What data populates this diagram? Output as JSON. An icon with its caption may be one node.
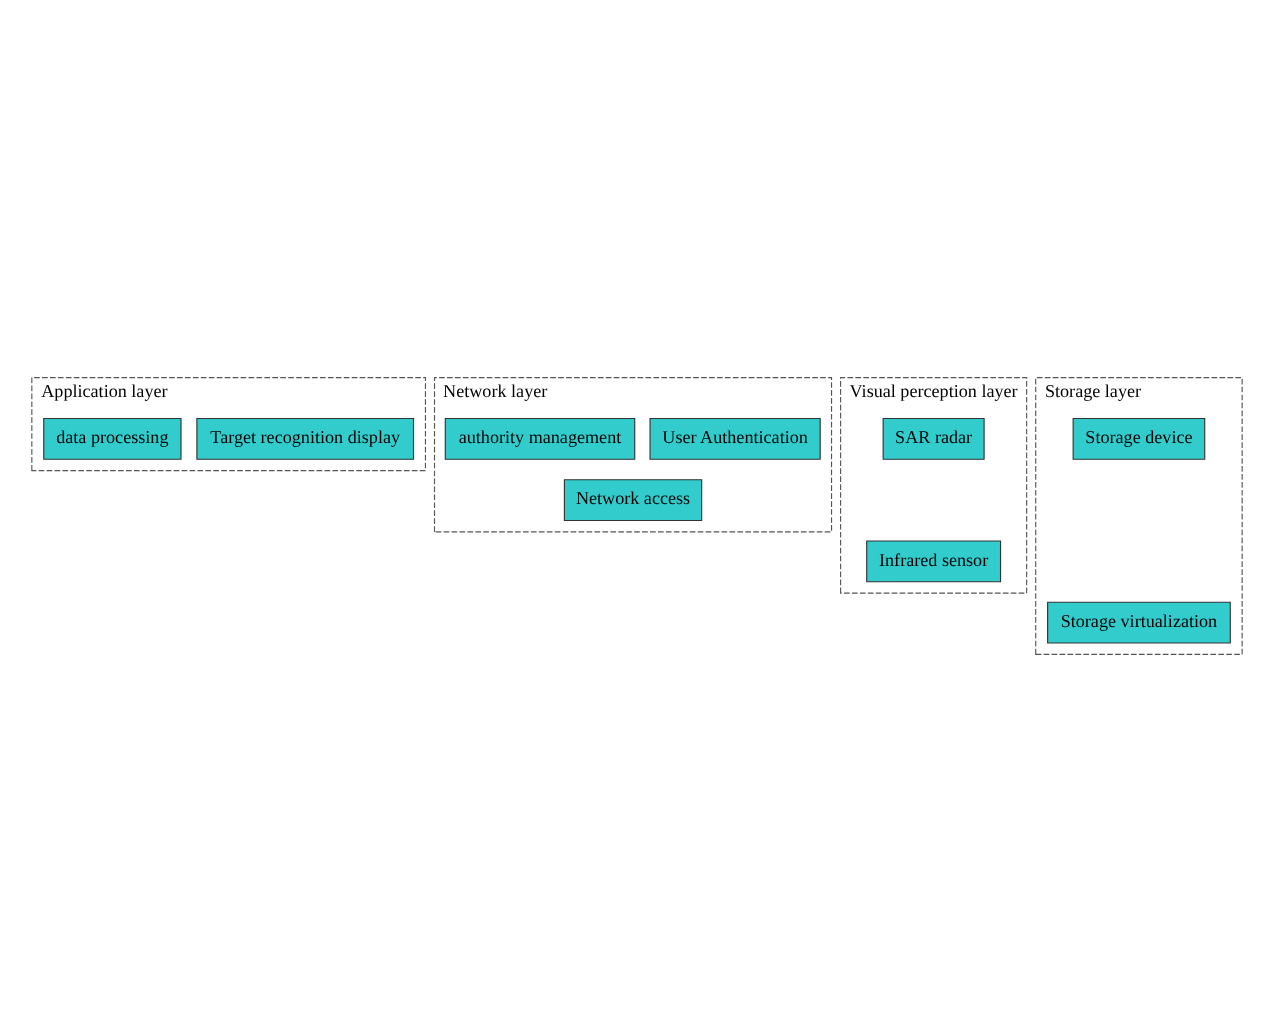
{
  "diagram": {
    "nodes": [
      {
        "text": [
          "Application layer"
        ]
      },
      {
        "text": [
          "Target recognition display"
        ],
        "in": 0
      },
      {
        "text": [
          "data processing"
        ],
        "in": 0
      },
      {
        "text": [
          "Network layer"
        ]
      },
      {
        "text": [
          "Network access"
        ],
        "in": 3
      },
      {
        "text": [
          "User Authentication"
        ],
        "in": 3
      },
      {
        "text": [
          "authority management"
        ],
        "in": 3
      },
      {
        "text": [
          "Visual perception layer"
        ]
      },
      {
        "text": [
          "Infrared sensor"
        ],
        "in": 7
      },
      {
        "text": [
          "SAR radar"
        ],
        "in": 7
      },
      {
        "text": [
          "Storage layer"
        ]
      },
      {
        "text": [
          "Storage virtualization"
        ],
        "in": 10
      },
      {
        "text": [
          "Storage device"
        ],
        "in": 10
      }
    ],
    "edges": []
  }
}
